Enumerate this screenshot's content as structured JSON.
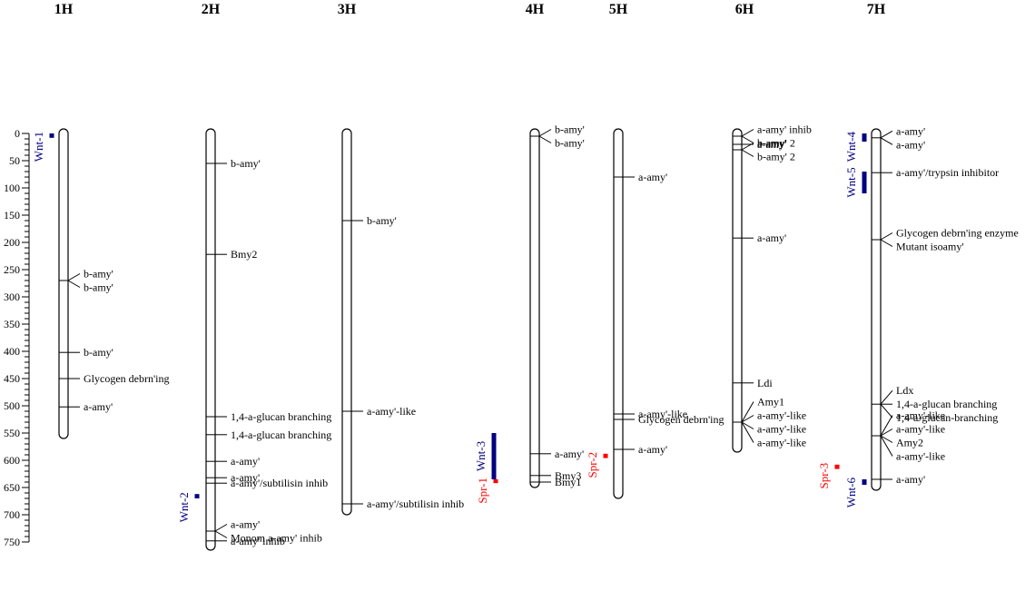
{
  "colors": {
    "winter_qtl": "#000080",
    "spring_qtl": "#ff0000",
    "line": "#000000"
  },
  "axis": {
    "min": 0,
    "max": 750,
    "labels": [
      "0",
      "50",
      "100",
      "150",
      "200",
      "250",
      "300",
      "350",
      "400",
      "450",
      "500",
      "550",
      "600",
      "650",
      "700",
      "750"
    ]
  },
  "chromosomes": [
    {
      "name": "1H",
      "length": 560,
      "markers": [
        {
          "pos": 270,
          "labels": [
            "b-amy'",
            "b-amy'"
          ]
        },
        {
          "pos": 402,
          "labels": [
            "b-amy'"
          ]
        },
        {
          "pos": 450,
          "labels": [
            "Glycogen debrn'ing"
          ]
        },
        {
          "pos": 502,
          "labels": [
            "a-amy'"
          ]
        }
      ],
      "qtls": [
        {
          "label": "Wnt-1",
          "type": "winter",
          "start": 0,
          "end": 8
        }
      ]
    },
    {
      "name": "2H",
      "length": 765,
      "markers": [
        {
          "pos": 55,
          "labels": [
            "b-amy'"
          ]
        },
        {
          "pos": 222,
          "labels": [
            "Bmy2"
          ]
        },
        {
          "pos": 520,
          "labels": [
            "1,4-a-glucan branching"
          ]
        },
        {
          "pos": 553,
          "labels": [
            "1,4-a-glucan branching"
          ]
        },
        {
          "pos": 602,
          "labels": [
            "a-amy'"
          ]
        },
        {
          "pos": 632,
          "labels": [
            "a-amy'"
          ]
        },
        {
          "pos": 642,
          "labels": [
            "a-amy'/subtilisin inhib"
          ]
        },
        {
          "pos": 730,
          "labels": [
            "a-amy'",
            "Monom a-amy' inhib"
          ]
        },
        {
          "pos": 748,
          "labels": [
            "a-amy' inhib"
          ]
        }
      ],
      "qtls": [
        {
          "label": "Wnt-2",
          "type": "winter",
          "start": 662,
          "end": 670
        }
      ]
    },
    {
      "name": "3H",
      "length": 700,
      "markers": [
        {
          "pos": 160,
          "labels": [
            "b-amy'"
          ]
        },
        {
          "pos": 510,
          "labels": [
            "a-amy'-like"
          ]
        },
        {
          "pos": 680,
          "labels": [
            "a-amy'/subtilisin inhib"
          ]
        }
      ],
      "qtls": []
    },
    {
      "name": "4H",
      "length": 650,
      "markers": [
        {
          "pos": 5,
          "labels": [
            "b-amy'",
            "b-amy'"
          ]
        },
        {
          "pos": 588,
          "labels": [
            "a-amy'"
          ]
        },
        {
          "pos": 628,
          "labels": [
            "Bmy3"
          ]
        },
        {
          "pos": 640,
          "labels": [
            "Bmy1"
          ]
        }
      ],
      "qtls": [
        {
          "label": "Wnt-3",
          "type": "winter",
          "start": 550,
          "end": 635
        },
        {
          "label": "Spr-1",
          "type": "spring",
          "start": 635,
          "end": 642
        }
      ]
    },
    {
      "name": "5H",
      "length": 670,
      "markers": [
        {
          "pos": 80,
          "labels": [
            "a-amy'"
          ]
        },
        {
          "pos": 515,
          "labels": [
            "a-amy'-like"
          ]
        },
        {
          "pos": 525,
          "labels": [
            "Glycogen debrn'ing"
          ]
        },
        {
          "pos": 580,
          "labels": [
            "a-amy'"
          ]
        }
      ],
      "qtls": [
        {
          "label": "Spr-2",
          "type": "spring",
          "start": 588,
          "end": 596
        }
      ]
    },
    {
      "name": "6H",
      "length": 585,
      "markers": [
        {
          "pos": 5,
          "labels": [
            "a-amy' inhib",
            "a-amy'"
          ]
        },
        {
          "pos": 20,
          "labels": [
            "a-amy'"
          ]
        },
        {
          "pos": 30,
          "labels": [
            "b-amy' 2",
            "b-amy' 2"
          ]
        },
        {
          "pos": 192,
          "labels": [
            "a-amy'"
          ]
        },
        {
          "pos": 458,
          "labels": [
            "Ldi"
          ]
        },
        {
          "pos": 530,
          "labels": [
            "Amy1",
            "a-amy'-like",
            "a-amy'-like",
            "a-amy'-like"
          ]
        }
      ],
      "qtls": []
    },
    {
      "name": "7H",
      "length": 655,
      "markers": [
        {
          "pos": 8,
          "labels": [
            "a-amy'",
            "a-amy'"
          ]
        },
        {
          "pos": 72,
          "labels": [
            "a-amy'/trypsin inhibitor"
          ]
        },
        {
          "pos": 195,
          "labels": [
            "Glycogen debrn'ing enzyme",
            "Mutant isoamy'"
          ]
        },
        {
          "pos": 497,
          "labels": [
            "Ldx",
            "1,4-a-glucan branching",
            "1,4-a-glucan-branching"
          ]
        },
        {
          "pos": 555,
          "labels": [
            "a-amy'-like",
            "a-amy'-like",
            "Amy2",
            "a-amy'-like"
          ]
        },
        {
          "pos": 635,
          "labels": [
            "a-amy'"
          ]
        }
      ],
      "qtls": [
        {
          "label": "Wnt-4",
          "type": "winter",
          "start": 0,
          "end": 15
        },
        {
          "label": "Wnt-5",
          "type": "winter",
          "start": 70,
          "end": 110
        },
        {
          "label": "Spr-3",
          "type": "spring",
          "start": 608,
          "end": 616
        },
        {
          "label": "Wnt-6",
          "type": "winter",
          "start": 635,
          "end": 645
        }
      ]
    }
  ]
}
